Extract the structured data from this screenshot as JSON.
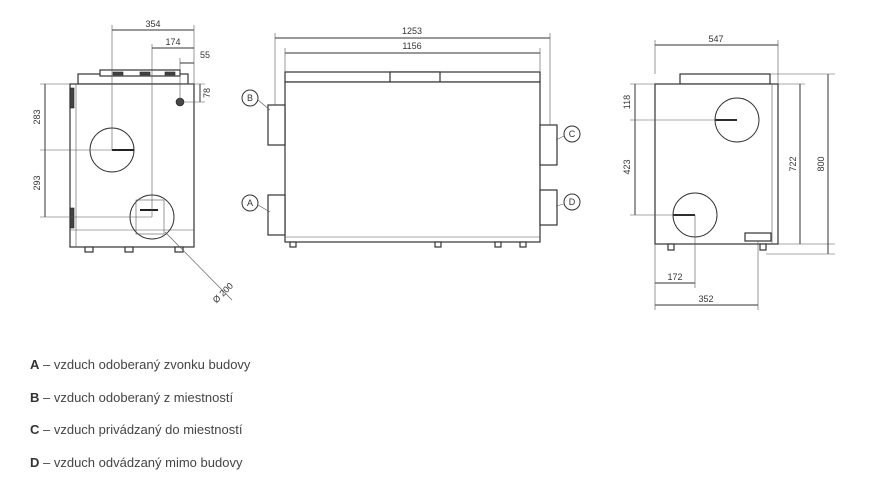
{
  "dimensions": {
    "left": {
      "d354": "354",
      "d174": "174",
      "d55": "55",
      "d78": "78",
      "d283": "283",
      "d293": "293",
      "d200": "Ø 200"
    },
    "middle": {
      "d1253": "1253",
      "d1156": "1156"
    },
    "right": {
      "d547": "547",
      "d118": "118",
      "d423": "423",
      "d722": "722",
      "d800": "800",
      "d172": "172",
      "d352": "352"
    }
  },
  "port_labels": {
    "A": "A",
    "B": "B",
    "C": "C",
    "D": "D"
  },
  "legend": [
    {
      "letter": "A",
      "text": " – vzduch odoberaný zvonku budovy"
    },
    {
      "letter": "B",
      "text": " – vzduch odoberaný z miestností"
    },
    {
      "letter": "C",
      "text": " – vzduch privádzaný do miestností"
    },
    {
      "letter": "D",
      "text": " – vzduch odvádzaný mimo budovy"
    }
  ]
}
